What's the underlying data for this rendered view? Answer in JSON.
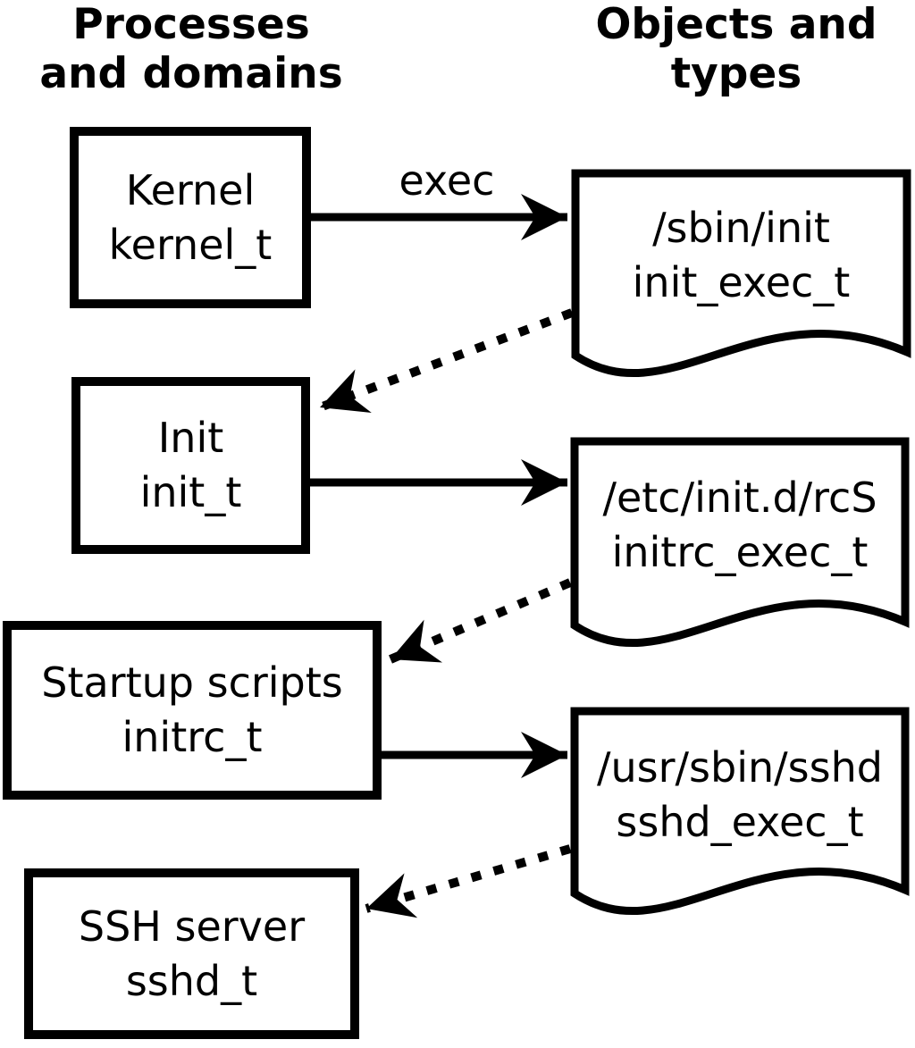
{
  "diagram": {
    "title_left": "Processes\nand domains",
    "title_right": "Objects and\ntypes",
    "processes": [
      {
        "name": "Kernel",
        "type": "kernel_t"
      },
      {
        "name": "Init",
        "type": "init_t"
      },
      {
        "name": "Startup scripts",
        "type": "initrc_t"
      },
      {
        "name": "SSH server",
        "type": "sshd_t"
      }
    ],
    "objects": [
      {
        "path": "/sbin/init",
        "type": "init_exec_t"
      },
      {
        "path": "/etc/init.d/rcS",
        "type": "initrc_exec_t"
      },
      {
        "path": "/usr/sbin/sshd",
        "type": "sshd_exec_t"
      }
    ],
    "edges": [
      {
        "from": "kernel_t",
        "to": "init_exec_t",
        "style": "solid",
        "label": "exec"
      },
      {
        "from": "init_exec_t",
        "to": "init_t",
        "style": "dotted",
        "label": ""
      },
      {
        "from": "init_t",
        "to": "initrc_exec_t",
        "style": "solid",
        "label": ""
      },
      {
        "from": "initrc_exec_t",
        "to": "initrc_t",
        "style": "dotted",
        "label": ""
      },
      {
        "from": "initrc_t",
        "to": "sshd_exec_t",
        "style": "solid",
        "label": ""
      },
      {
        "from": "sshd_exec_t",
        "to": "sshd_t",
        "style": "dotted",
        "label": ""
      }
    ],
    "colors": {
      "foreground": "#000000",
      "background": "#ffffff"
    }
  }
}
